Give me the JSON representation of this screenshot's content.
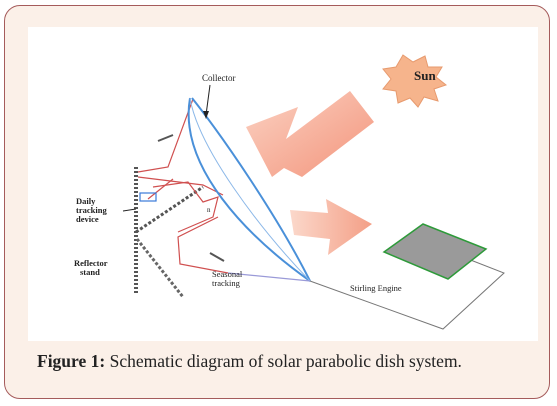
{
  "figure": {
    "labels": {
      "collector": "Collector",
      "sun": "Sun",
      "daily_tracking_line1": "Daily",
      "daily_tracking_line2": "tracking",
      "daily_tracking_line3": "device",
      "reflector_stand_line1": "Reflector",
      "reflector_stand_line2": "stand",
      "seasonal_tracking_line1": "Seasonal",
      "seasonal_tracking_line2": "tracking",
      "stirling_engine": "Stirling Engine",
      "small_mark": "n"
    },
    "colors": {
      "card_border": "#a55b5b",
      "card_background": "#fbf0e8",
      "sun_fill": "#f6b48c",
      "arrow_fill": "#f4a48a",
      "dish_stroke": "#4a90d9",
      "frame_red": "#d05050",
      "engine_fill": "#9a9a9a",
      "engine_border": "#2e9a3a"
    }
  },
  "caption": {
    "label": "Figure 1:",
    "text": " Schematic diagram of solar parabolic dish system."
  }
}
